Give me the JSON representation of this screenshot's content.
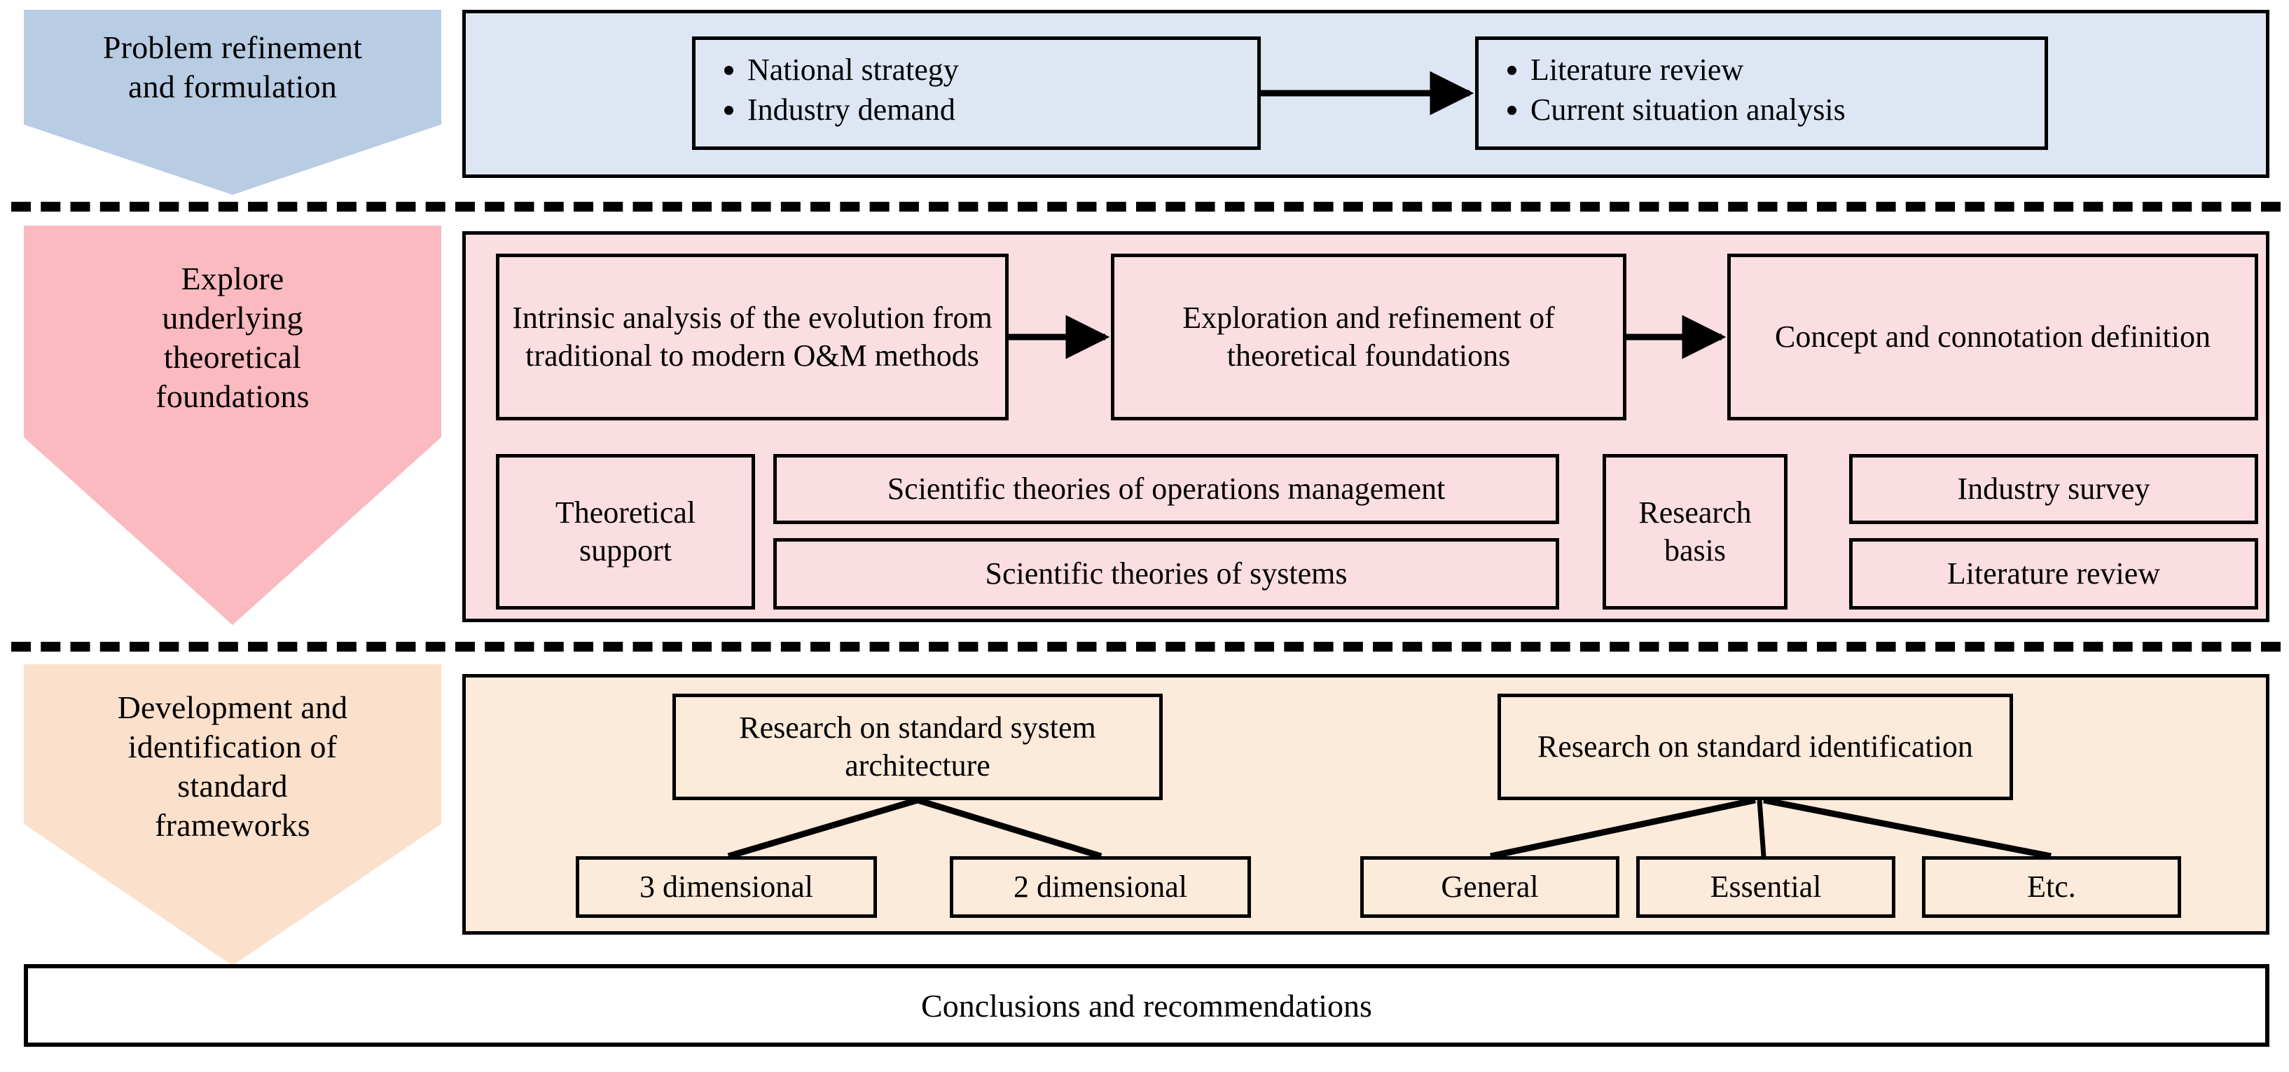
{
  "diagram": {
    "title": "Research framework flowchart",
    "colors": {
      "stage1_fill": "#b8cce4",
      "stage2_fill": "#fbb9c0",
      "stage3_fill": "#fbe0cc",
      "panel1_fill": "#dee5f3",
      "panel2_fill": "#fadee2",
      "panel3_fill": "#fceadb",
      "stroke": "#000000"
    }
  },
  "stages": [
    {
      "id": "stage-1",
      "label": "Problem refinement\nand formulation"
    },
    {
      "id": "stage-2",
      "label": "Explore\nunderlying\ntheoretical\nfoundations"
    },
    {
      "id": "stage-3",
      "label": "Development and\nidentification of\nstandard\nframeworks"
    }
  ],
  "section1": {
    "box_inputs": {
      "bullets": [
        "National strategy",
        "Industry demand"
      ]
    },
    "box_outputs": {
      "bullets": [
        "Literature review",
        "Current situation analysis"
      ]
    }
  },
  "section2": {
    "flow": [
      "Intrinsic analysis of the evolution from traditional to modern O&M methods",
      "Exploration and refinement of theoretical foundations",
      "Concept and connotation definition"
    ],
    "theoretical_support": {
      "label": "Theoretical support",
      "items": [
        "Scientific theories of operations management",
        "Scientific theories of systems"
      ]
    },
    "research_basis": {
      "label": "Research basis",
      "items": [
        "Industry survey",
        "Literature review"
      ]
    }
  },
  "section3": {
    "branches": [
      {
        "parent": "Research on standard system architecture",
        "children": [
          "3 dimensional",
          "2 dimensional"
        ]
      },
      {
        "parent": "Research on standard identification",
        "children": [
          "General",
          "Essential",
          "Etc."
        ]
      }
    ]
  },
  "footer": {
    "conclusions": "Conclusions and recommendations"
  }
}
